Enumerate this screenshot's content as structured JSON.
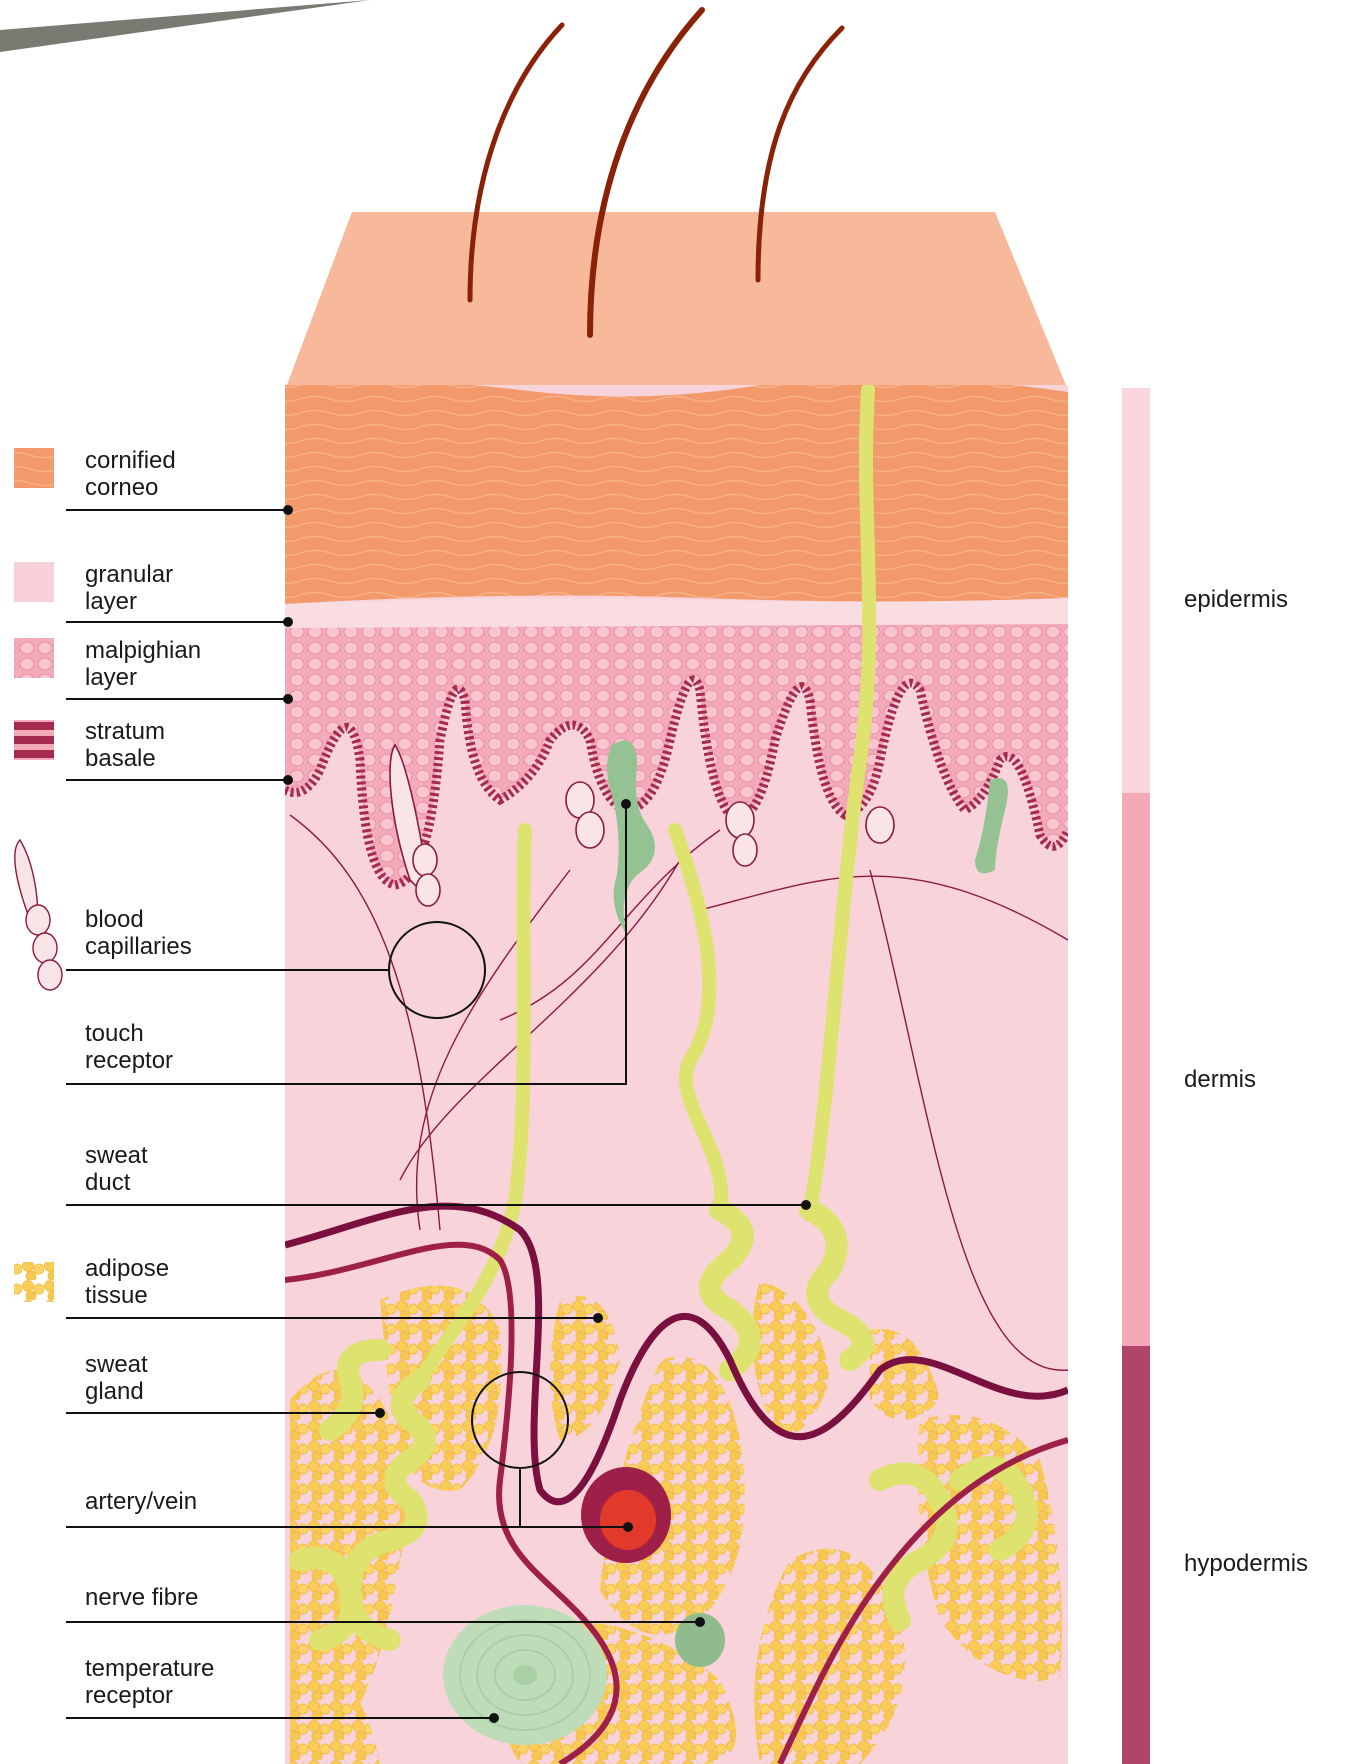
{
  "legend": {
    "cornified": "cornified\ncorneo",
    "granular": "granular\nlayer",
    "malpighian": "malpighian\nlayer",
    "stratum_basale": "stratum\nbasale",
    "blood_capillaries": "blood\ncapillaries",
    "touch_receptor": "touch\nreceptor",
    "sweat_duct": "sweat\nduct",
    "adipose_tissue": "adipose\ntissue",
    "sweat_gland": "sweat\ngland",
    "artery_vein": "artery/vein",
    "nerve_fibre": "nerve fibre",
    "temperature_receptor": "temperature\nreceptor"
  },
  "layers": {
    "epidermis": "epidermis",
    "dermis": "dermis",
    "hypodermis": "hypodermis"
  },
  "colors": {
    "surface": "#F7B99A",
    "cornified": "#F29A6B",
    "granular": "#F8D0D7",
    "malpighian": "#F3AAB9",
    "basale": "#A52A4F",
    "dermis": "#F8D3DA",
    "adipose": "#F8CC55",
    "sweat": "#DDE36E",
    "hair": "#8A2208",
    "artery": "#8B1A3E",
    "vein": "#7A1040",
    "bar_epidermis": "#FBD6DE",
    "bar_dermis": "#F4A9B8",
    "bar_hypodermis": "#B0456A"
  }
}
